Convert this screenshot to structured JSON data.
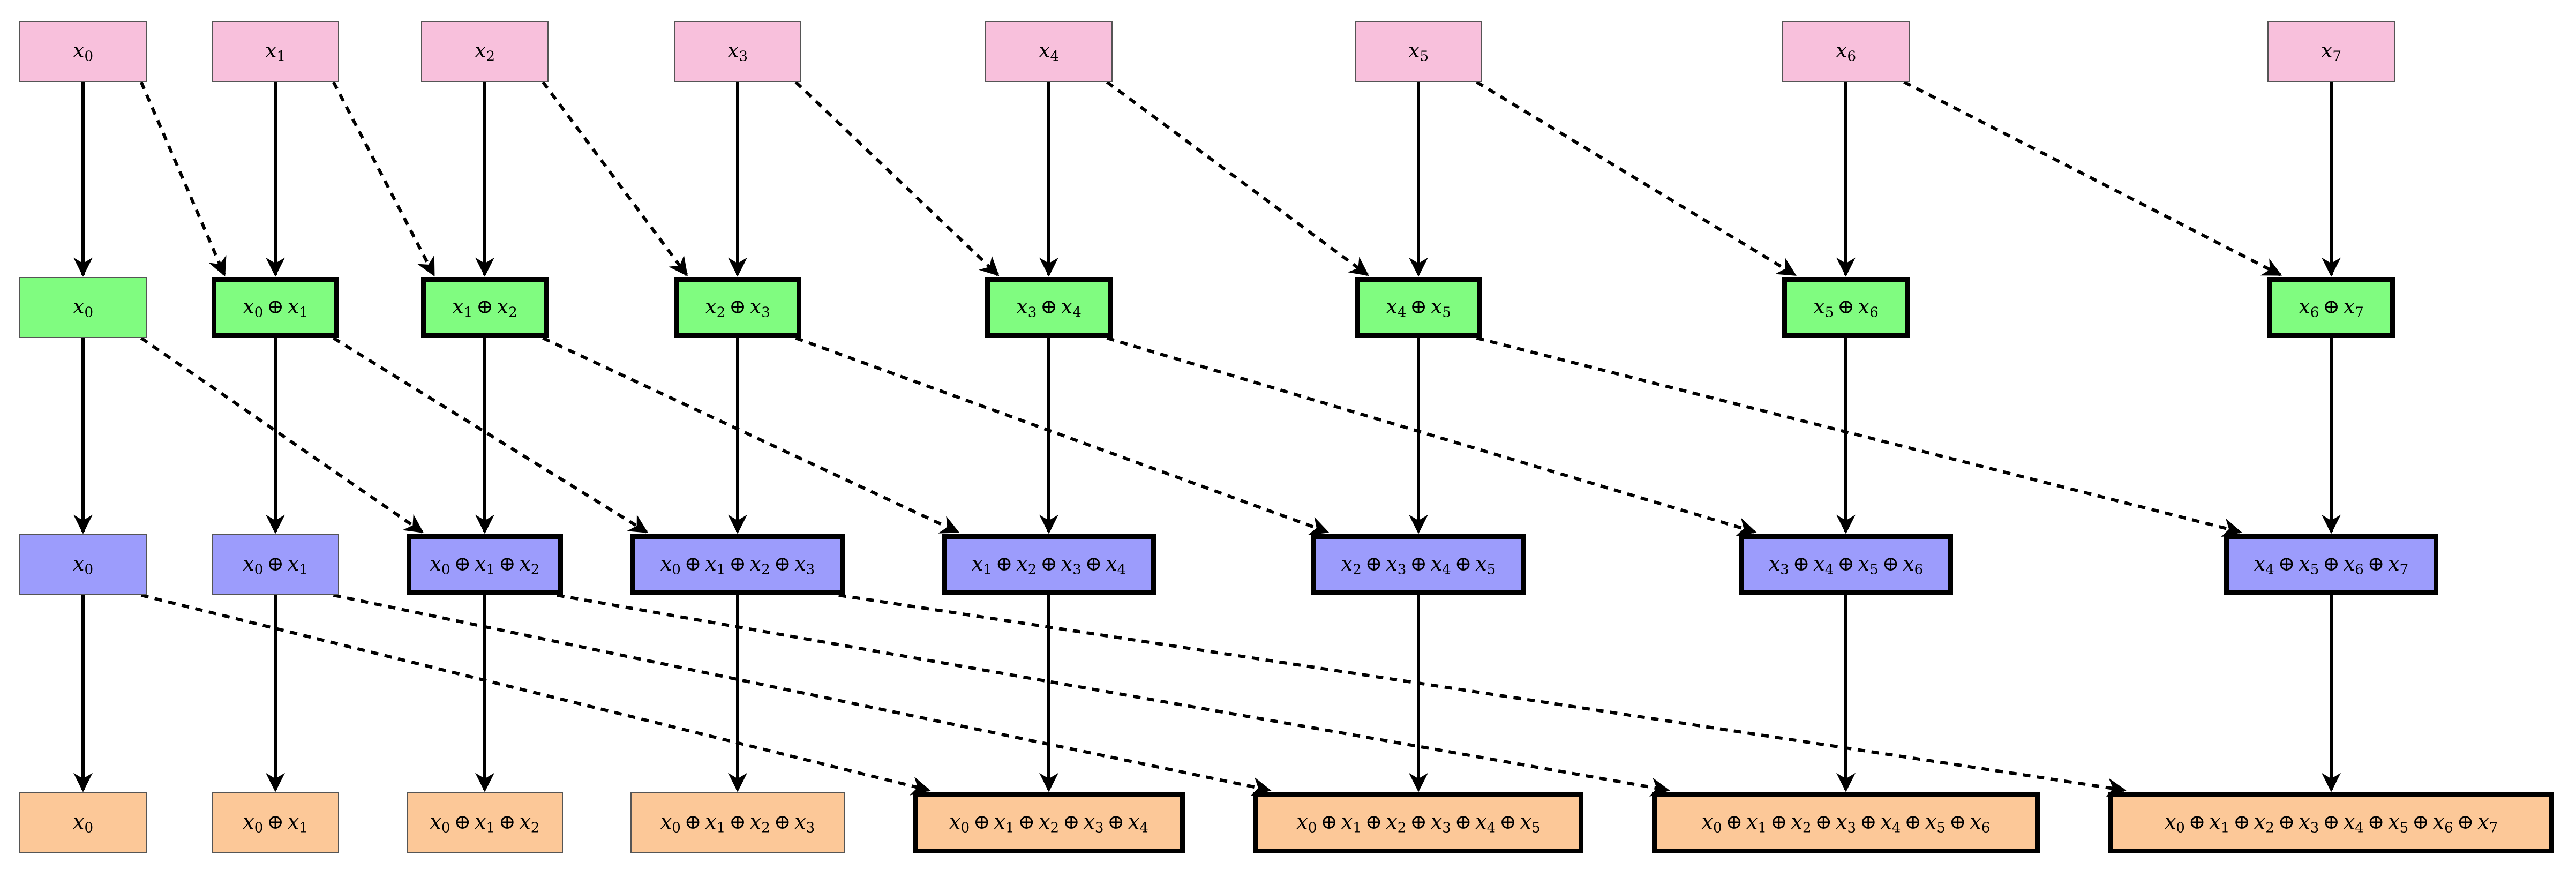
{
  "colors": {
    "row0": "#f8c0dc",
    "row1": "#80fc80",
    "row2": "#9c9cfc",
    "row3": "#fcc898"
  },
  "rows": [
    {
      "name": "inputs",
      "nodes": [
        {
          "label": "x0",
          "terms": [
            0
          ]
        },
        {
          "label": "x1",
          "terms": [
            1
          ]
        },
        {
          "label": "x2",
          "terms": [
            2
          ]
        },
        {
          "label": "x3",
          "terms": [
            3
          ]
        },
        {
          "label": "x4",
          "terms": [
            4
          ]
        },
        {
          "label": "x5",
          "terms": [
            5
          ]
        },
        {
          "label": "x6",
          "terms": [
            6
          ]
        },
        {
          "label": "x7",
          "terms": [
            7
          ]
        }
      ]
    },
    {
      "name": "step1",
      "nodes": [
        {
          "label": "x0",
          "terms": [
            0
          ],
          "updated": false
        },
        {
          "label": "x0 ⊕ x1",
          "terms": [
            0,
            1
          ],
          "updated": true
        },
        {
          "label": "x1 ⊕ x2",
          "terms": [
            1,
            2
          ],
          "updated": true
        },
        {
          "label": "x2 ⊕ x3",
          "terms": [
            2,
            3
          ],
          "updated": true
        },
        {
          "label": "x3 ⊕ x4",
          "terms": [
            3,
            4
          ],
          "updated": true
        },
        {
          "label": "x4 ⊕ x5",
          "terms": [
            4,
            5
          ],
          "updated": true
        },
        {
          "label": "x5 ⊕ x6",
          "terms": [
            5,
            6
          ],
          "updated": true
        },
        {
          "label": "x6 ⊕ x7",
          "terms": [
            6,
            7
          ],
          "updated": true
        }
      ]
    },
    {
      "name": "step2",
      "nodes": [
        {
          "label": "x0",
          "terms": [
            0
          ],
          "updated": false
        },
        {
          "label": "x0 ⊕ x1",
          "terms": [
            0,
            1
          ],
          "updated": false
        },
        {
          "label": "x0 ⊕ x1 ⊕ x2",
          "terms": [
            0,
            1,
            2
          ],
          "updated": true
        },
        {
          "label": "x0 ⊕ x1 ⊕ x2 ⊕ x3",
          "terms": [
            0,
            1,
            2,
            3
          ],
          "updated": true
        },
        {
          "label": "x1 ⊕ x2 ⊕ x3 ⊕ x4",
          "terms": [
            1,
            2,
            3,
            4
          ],
          "updated": true
        },
        {
          "label": "x2 ⊕ x3 ⊕ x4 ⊕ x5",
          "terms": [
            2,
            3,
            4,
            5
          ],
          "updated": true
        },
        {
          "label": "x3 ⊕ x4 ⊕ x5 ⊕ x6",
          "terms": [
            3,
            4,
            5,
            6
          ],
          "updated": true
        },
        {
          "label": "x4 ⊕ x5 ⊕ x6 ⊕ x7",
          "terms": [
            4,
            5,
            6,
            7
          ],
          "updated": true
        }
      ]
    },
    {
      "name": "step3",
      "nodes": [
        {
          "label": "x0",
          "terms": [
            0
          ],
          "updated": false
        },
        {
          "label": "x0 ⊕ x1",
          "terms": [
            0,
            1
          ],
          "updated": false
        },
        {
          "label": "x0 ⊕ x1 ⊕ x2",
          "terms": [
            0,
            1,
            2
          ],
          "updated": false
        },
        {
          "label": "x0 ⊕ x1 ⊕ x2 ⊕ x3",
          "terms": [
            0,
            1,
            2,
            3
          ],
          "updated": false
        },
        {
          "label": "x0 ⊕ x1 ⊕ x2 ⊕ x3 ⊕ x4",
          "terms": [
            0,
            1,
            2,
            3,
            4
          ],
          "updated": true
        },
        {
          "label": "x0 ⊕ x1 ⊕ x2 ⊕ x3 ⊕ x4 ⊕ x5",
          "terms": [
            0,
            1,
            2,
            3,
            4,
            5
          ],
          "updated": true
        },
        {
          "label": "x0 ⊕ x1 ⊕ x2 ⊕ x3 ⊕ x4 ⊕ x5 ⊕ x6",
          "terms": [
            0,
            1,
            2,
            3,
            4,
            5,
            6
          ],
          "updated": true
        },
        {
          "label": "x0 ⊕ x1 ⊕ x2 ⊕ x3 ⊕ x4 ⊕ x5 ⊕ x6 ⊕ x7",
          "terms": [
            0,
            1,
            2,
            3,
            4,
            5,
            6,
            7
          ],
          "updated": true
        }
      ]
    }
  ],
  "edges": [
    {
      "from": [
        0,
        0
      ],
      "to": [
        1,
        0
      ],
      "style": "solid"
    },
    {
      "from": [
        0,
        1
      ],
      "to": [
        1,
        1
      ],
      "style": "solid"
    },
    {
      "from": [
        0,
        2
      ],
      "to": [
        1,
        2
      ],
      "style": "solid"
    },
    {
      "from": [
        0,
        3
      ],
      "to": [
        1,
        3
      ],
      "style": "solid"
    },
    {
      "from": [
        0,
        4
      ],
      "to": [
        1,
        4
      ],
      "style": "solid"
    },
    {
      "from": [
        0,
        5
      ],
      "to": [
        1,
        5
      ],
      "style": "solid"
    },
    {
      "from": [
        0,
        6
      ],
      "to": [
        1,
        6
      ],
      "style": "solid"
    },
    {
      "from": [
        0,
        7
      ],
      "to": [
        1,
        7
      ],
      "style": "solid"
    },
    {
      "from": [
        0,
        0
      ],
      "to": [
        1,
        1
      ],
      "style": "dashed"
    },
    {
      "from": [
        0,
        1
      ],
      "to": [
        1,
        2
      ],
      "style": "dashed"
    },
    {
      "from": [
        0,
        2
      ],
      "to": [
        1,
        3
      ],
      "style": "dashed"
    },
    {
      "from": [
        0,
        3
      ],
      "to": [
        1,
        4
      ],
      "style": "dashed"
    },
    {
      "from": [
        0,
        4
      ],
      "to": [
        1,
        5
      ],
      "style": "dashed"
    },
    {
      "from": [
        0,
        5
      ],
      "to": [
        1,
        6
      ],
      "style": "dashed"
    },
    {
      "from": [
        0,
        6
      ],
      "to": [
        1,
        7
      ],
      "style": "dashed"
    },
    {
      "from": [
        1,
        0
      ],
      "to": [
        2,
        0
      ],
      "style": "solid"
    },
    {
      "from": [
        1,
        1
      ],
      "to": [
        2,
        1
      ],
      "style": "solid"
    },
    {
      "from": [
        1,
        2
      ],
      "to": [
        2,
        2
      ],
      "style": "solid"
    },
    {
      "from": [
        1,
        3
      ],
      "to": [
        2,
        3
      ],
      "style": "solid"
    },
    {
      "from": [
        1,
        4
      ],
      "to": [
        2,
        4
      ],
      "style": "solid"
    },
    {
      "from": [
        1,
        5
      ],
      "to": [
        2,
        5
      ],
      "style": "solid"
    },
    {
      "from": [
        1,
        6
      ],
      "to": [
        2,
        6
      ],
      "style": "solid"
    },
    {
      "from": [
        1,
        7
      ],
      "to": [
        2,
        7
      ],
      "style": "solid"
    },
    {
      "from": [
        1,
        0
      ],
      "to": [
        2,
        2
      ],
      "style": "dashed"
    },
    {
      "from": [
        1,
        1
      ],
      "to": [
        2,
        3
      ],
      "style": "dashed"
    },
    {
      "from": [
        1,
        2
      ],
      "to": [
        2,
        4
      ],
      "style": "dashed"
    },
    {
      "from": [
        1,
        3
      ],
      "to": [
        2,
        5
      ],
      "style": "dashed"
    },
    {
      "from": [
        1,
        4
      ],
      "to": [
        2,
        6
      ],
      "style": "dashed"
    },
    {
      "from": [
        1,
        5
      ],
      "to": [
        2,
        7
      ],
      "style": "dashed"
    },
    {
      "from": [
        2,
        0
      ],
      "to": [
        3,
        0
      ],
      "style": "solid"
    },
    {
      "from": [
        2,
        1
      ],
      "to": [
        3,
        1
      ],
      "style": "solid"
    },
    {
      "from": [
        2,
        2
      ],
      "to": [
        3,
        2
      ],
      "style": "solid"
    },
    {
      "from": [
        2,
        3
      ],
      "to": [
        3,
        3
      ],
      "style": "solid"
    },
    {
      "from": [
        2,
        4
      ],
      "to": [
        3,
        4
      ],
      "style": "solid"
    },
    {
      "from": [
        2,
        5
      ],
      "to": [
        3,
        5
      ],
      "style": "solid"
    },
    {
      "from": [
        2,
        6
      ],
      "to": [
        3,
        6
      ],
      "style": "solid"
    },
    {
      "from": [
        2,
        7
      ],
      "to": [
        3,
        7
      ],
      "style": "solid"
    },
    {
      "from": [
        2,
        0
      ],
      "to": [
        3,
        4
      ],
      "style": "dashed"
    },
    {
      "from": [
        2,
        1
      ],
      "to": [
        3,
        5
      ],
      "style": "dashed"
    },
    {
      "from": [
        2,
        2
      ],
      "to": [
        3,
        6
      ],
      "style": "dashed"
    },
    {
      "from": [
        2,
        3
      ],
      "to": [
        3,
        7
      ],
      "style": "dashed"
    }
  ]
}
